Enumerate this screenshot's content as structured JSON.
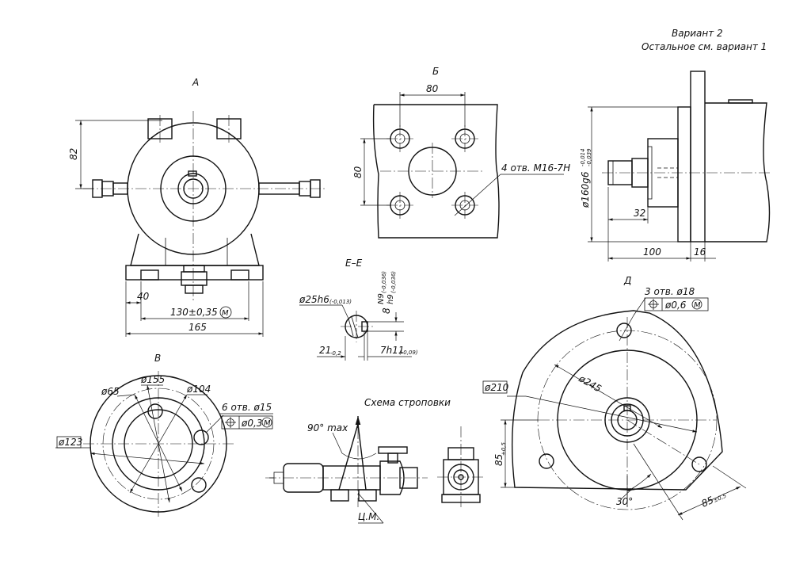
{
  "variant": {
    "title": "Вариант 2",
    "note": "Остальное см. вариант 1"
  },
  "view_a": {
    "label": "А",
    "dims": {
      "height": "82",
      "left": "40",
      "holes": "130±0,35",
      "holes_mod": "M",
      "width": "165"
    }
  },
  "view_b": {
    "label": "Б",
    "dims": {
      "horizontal": "80",
      "vertical": "80",
      "holes": "4 отв. М16-7Н"
    }
  },
  "variant_view": {
    "dims": {
      "dia": "ø160g6",
      "dia_tol_upper": "-0,014",
      "dia_tol_lower": "-0,039",
      "shaft": "32",
      "length": "100",
      "flange": "16"
    }
  },
  "section_ee": {
    "label": "Е–Е",
    "dims": {
      "shaft": "ø25h6",
      "shaft_tol": "(-0,013)",
      "key_width": "8",
      "key_tol1": "N9",
      "key_tol1_v": "(-0,036)",
      "key_tol2": "h9",
      "key_tol2_v": "(-0,036)",
      "depth": "21",
      "depth_tol": "-0,2",
      "key_h": "7h11",
      "key_h_tol": "(-0,09)"
    }
  },
  "view_v": {
    "label": "В",
    "dims": {
      "d65": "ø65",
      "d155": "ø155",
      "d104": "ø104",
      "d123": "ø123",
      "holes": "6 отв. ø15",
      "tol": "ø0,3",
      "tol_mod": "M"
    }
  },
  "scheme": {
    "title": "Схема строповки",
    "angle": "90° max",
    "cg": "Ц.М."
  },
  "view_d": {
    "label": "Д",
    "dims": {
      "holes": "3 отв. ø18",
      "tol": "ø0,6",
      "tol_mod": "M",
      "d245": "ø245",
      "d210": "ø210",
      "h85": "85",
      "h85_tol": "±0,5",
      "angle": "30°",
      "s85": "85",
      "s85_tol": "±0,5"
    }
  }
}
